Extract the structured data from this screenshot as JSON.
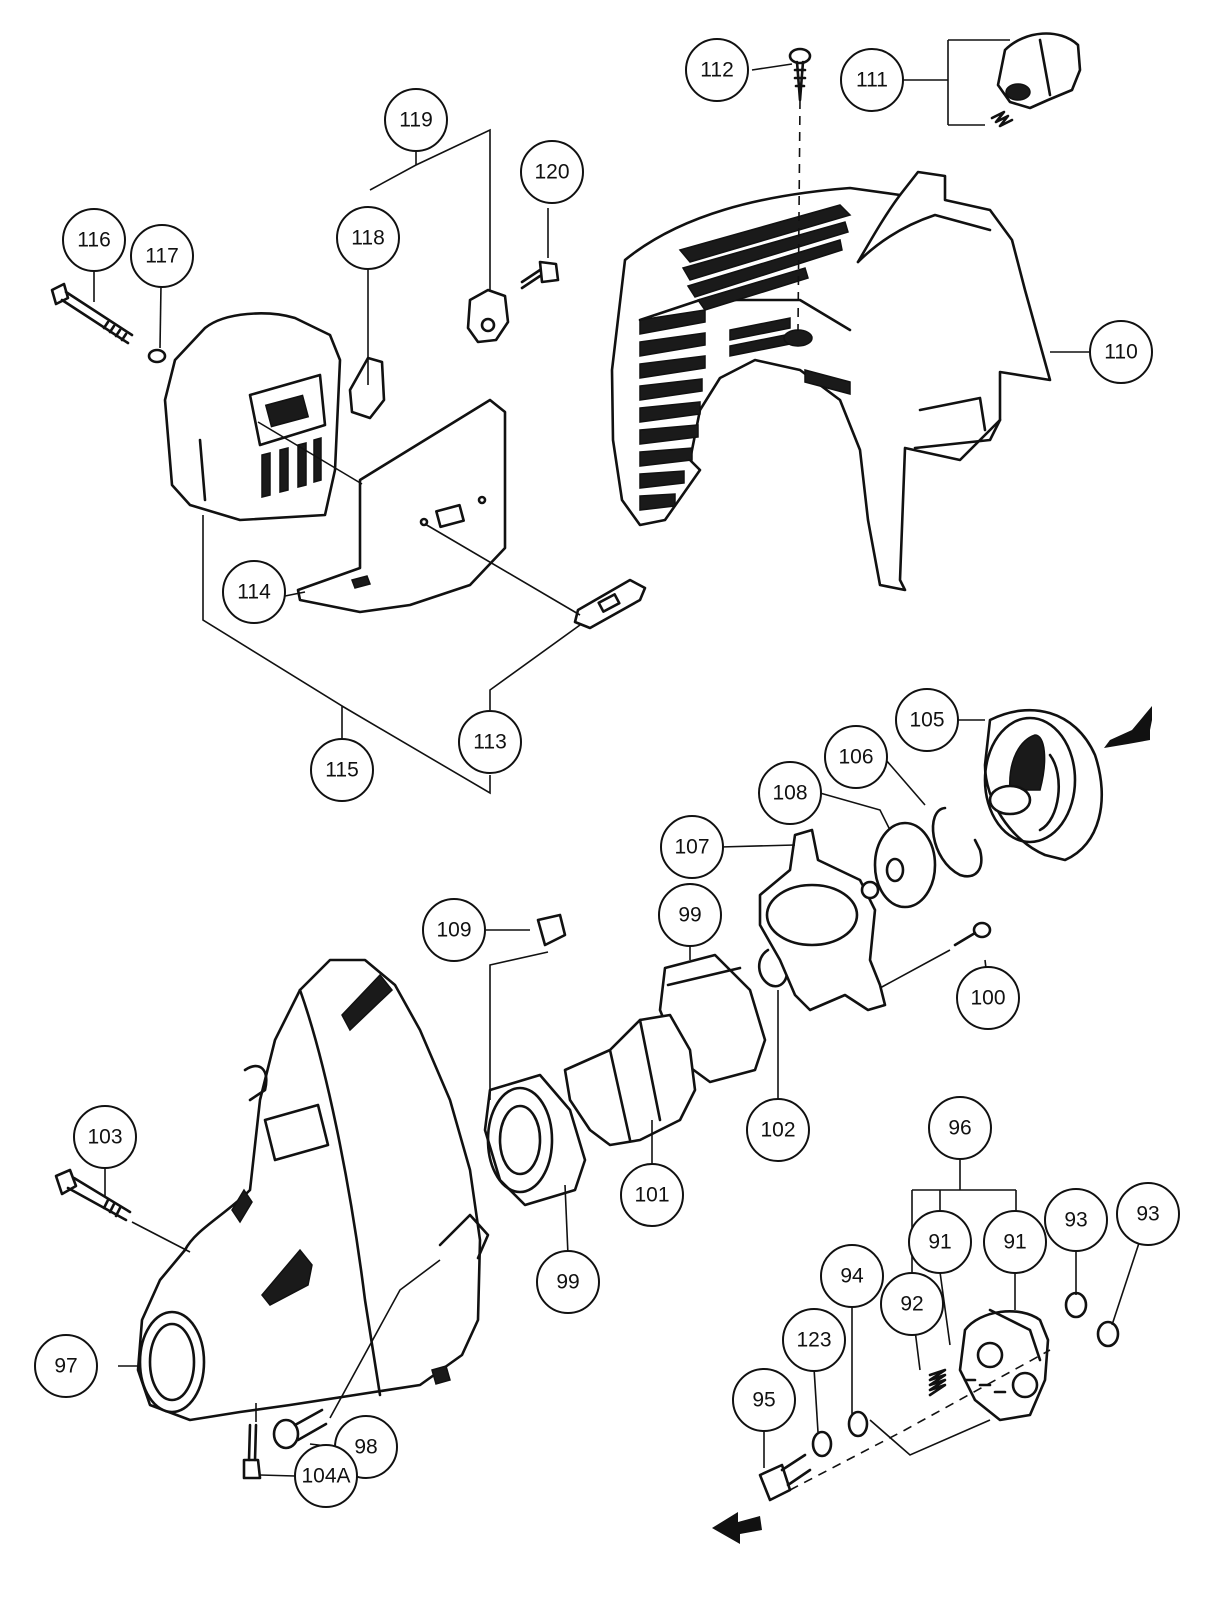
{
  "callouts": [
    {
      "id": "c112",
      "label": "112"
    },
    {
      "id": "c111",
      "label": "111"
    },
    {
      "id": "c119",
      "label": "119"
    },
    {
      "id": "c120",
      "label": "120"
    },
    {
      "id": "c116",
      "label": "116"
    },
    {
      "id": "c117",
      "label": "117"
    },
    {
      "id": "c118",
      "label": "118"
    },
    {
      "id": "c110",
      "label": "110"
    },
    {
      "id": "c114",
      "label": "114"
    },
    {
      "id": "c113",
      "label": "113"
    },
    {
      "id": "c115",
      "label": "115"
    },
    {
      "id": "c105",
      "label": "105"
    },
    {
      "id": "c106",
      "label": "106"
    },
    {
      "id": "c108",
      "label": "108"
    },
    {
      "id": "c107",
      "label": "107"
    },
    {
      "id": "c109",
      "label": "109"
    },
    {
      "id": "c99a",
      "label": "99"
    },
    {
      "id": "c100",
      "label": "100"
    },
    {
      "id": "c102",
      "label": "102"
    },
    {
      "id": "c103",
      "label": "103"
    },
    {
      "id": "c101",
      "label": "101"
    },
    {
      "id": "c96",
      "label": "96"
    },
    {
      "id": "c99b",
      "label": "99"
    },
    {
      "id": "c91a",
      "label": "91"
    },
    {
      "id": "c91b",
      "label": "91"
    },
    {
      "id": "c93a",
      "label": "93"
    },
    {
      "id": "c93b",
      "label": "93"
    },
    {
      "id": "c94",
      "label": "94"
    },
    {
      "id": "c92",
      "label": "92"
    },
    {
      "id": "c123",
      "label": "123"
    },
    {
      "id": "c97",
      "label": "97"
    },
    {
      "id": "c95",
      "label": "95"
    },
    {
      "id": "c98",
      "label": "98"
    },
    {
      "id": "c104a",
      "label": "104A"
    }
  ]
}
